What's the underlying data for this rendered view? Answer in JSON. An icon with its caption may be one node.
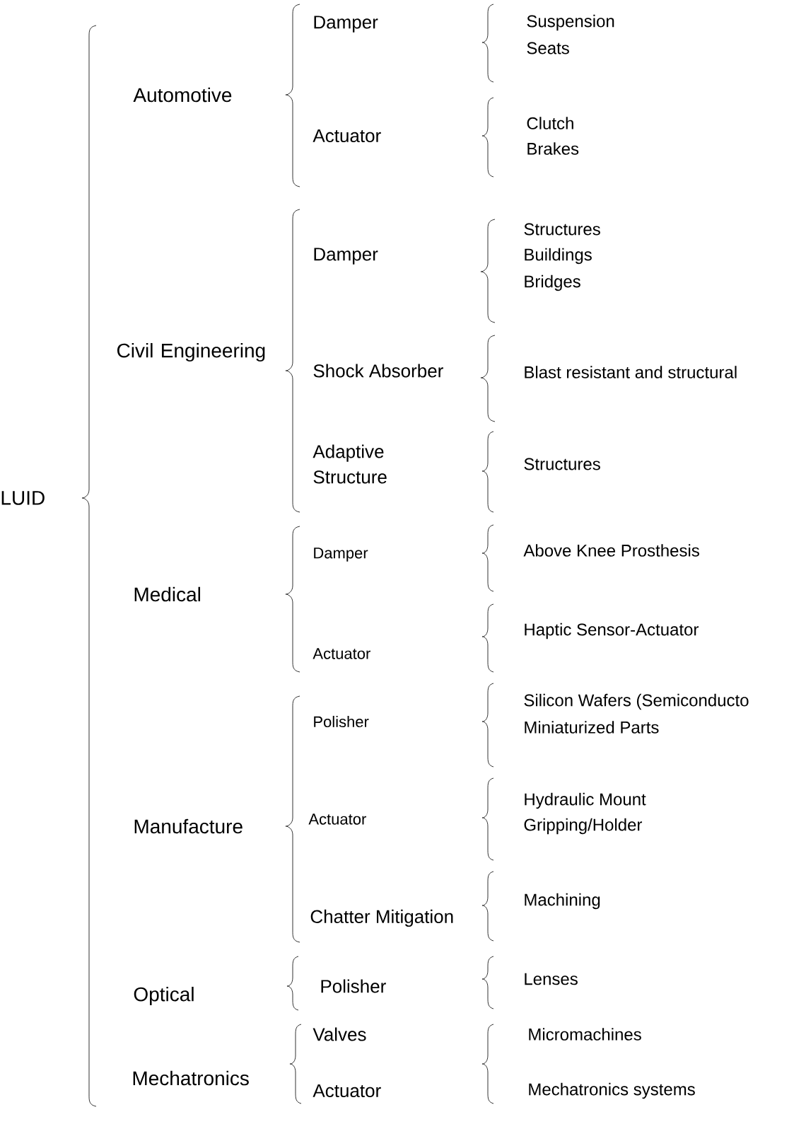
{
  "diagram": {
    "labels": [
      "LUID",
      "Automotive",
      "Damper",
      "Suspension",
      "Seats",
      "Actuator",
      "Clutch",
      "Brakes",
      "Civil Engineering",
      "Damper",
      "Structures",
      "Buildings",
      "Bridges",
      "Shock Absorber",
      "Blast resistant and structural",
      "Adaptive Structure",
      "Structures",
      "Medical",
      "Damper",
      "Above Knee Prosthesis",
      "Actuator",
      "Haptic Sensor-Actuator",
      "Manufacture",
      "Polisher",
      "Silicon Wafers (Semiconducto",
      "Miniaturized Parts",
      "Actuator",
      "Hydraulic Mount",
      "Gripping/Holder",
      "Chatter Mitigation",
      "Machining",
      "Optical",
      "Polisher",
      "Lenses",
      "Mechatronics",
      "Valves",
      "Micromachines",
      "Actuator",
      "Mechatronics systems"
    ]
  }
}
